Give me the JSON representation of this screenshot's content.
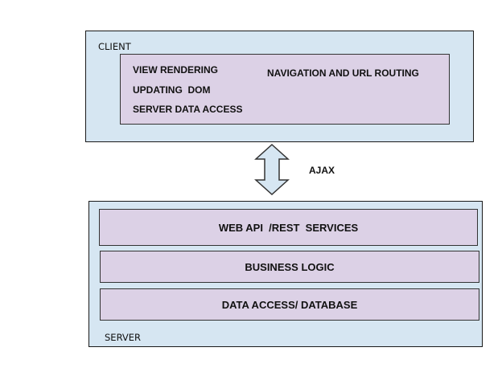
{
  "client": {
    "title": "CLIENT",
    "items": [
      "VIEW RENDERING",
      "UPDATING  DOM",
      "SERVER DATA ACCESS"
    ],
    "navigation": "NAVIGATION AND URL ROUTING"
  },
  "connector": {
    "label": "AJAX",
    "icon": "double-arrow-icon"
  },
  "server": {
    "title": "SERVER",
    "layers": [
      "WEB API  /REST  SERVICES",
      "BUSINESS LOGIC",
      "DATA ACCESS/ DATABASE"
    ]
  },
  "colors": {
    "container_fill": "#d6e6f2",
    "layer_fill": "#dcd1e6",
    "border": "#1a1a1a"
  }
}
